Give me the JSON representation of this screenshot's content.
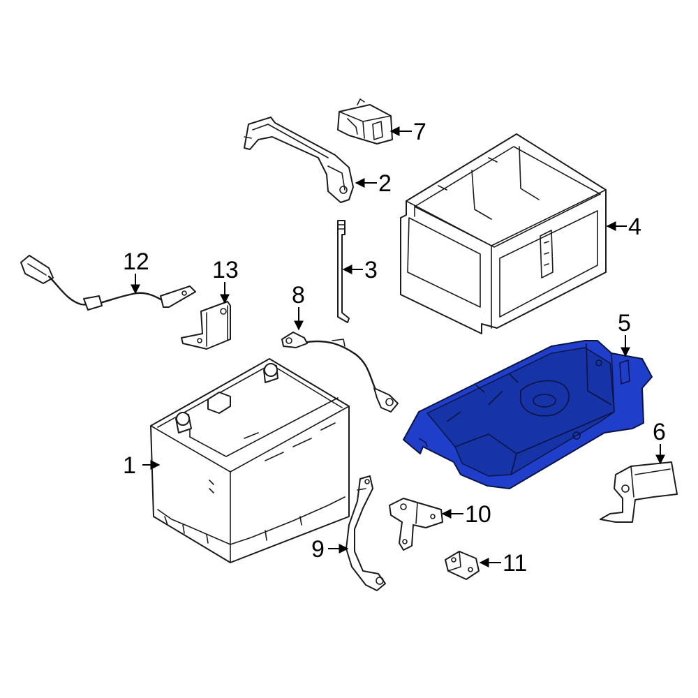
{
  "diagram": {
    "highlight_color": "#1f3ec9",
    "callouts": [
      {
        "id": "1",
        "label": "1"
      },
      {
        "id": "2",
        "label": "2"
      },
      {
        "id": "3",
        "label": "3"
      },
      {
        "id": "4",
        "label": "4"
      },
      {
        "id": "5",
        "label": "5",
        "highlighted": true
      },
      {
        "id": "6",
        "label": "6"
      },
      {
        "id": "7",
        "label": "7"
      },
      {
        "id": "8",
        "label": "8"
      },
      {
        "id": "9",
        "label": "9"
      },
      {
        "id": "10",
        "label": "10"
      },
      {
        "id": "11",
        "label": "11"
      },
      {
        "id": "12",
        "label": "12"
      },
      {
        "id": "13",
        "label": "13"
      }
    ]
  }
}
